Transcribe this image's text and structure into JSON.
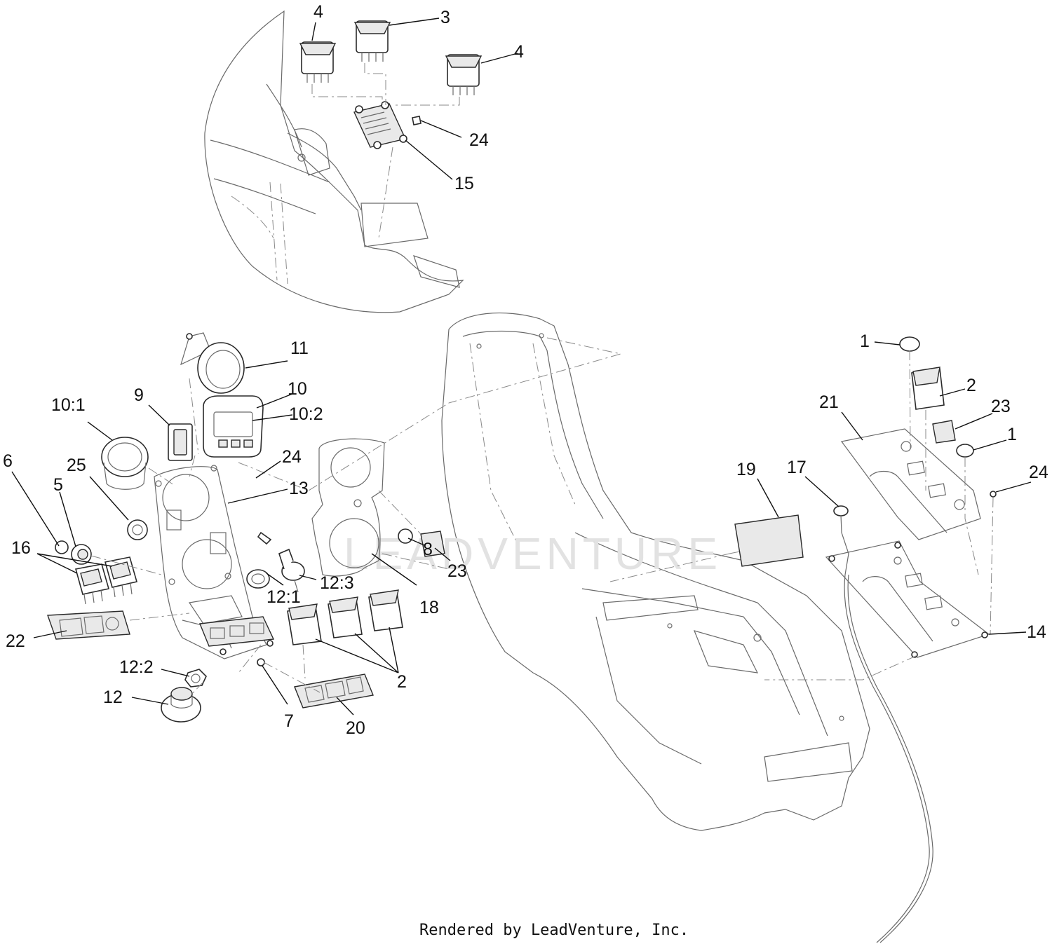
{
  "footer": {
    "text": "Rendered by LeadVenture, Inc."
  },
  "watermark": {
    "text": "LEADVENTURE"
  },
  "callouts": {
    "c1a": "1",
    "c1b": "1",
    "c2a": "2",
    "c2b": "2",
    "c3": "3",
    "c4a": "4",
    "c4b": "4",
    "c5": "5",
    "c6": "6",
    "c7": "7",
    "c8": "8",
    "c9": "9",
    "c10": "10",
    "c10_1": "10:1",
    "c10_2": "10:2",
    "c11": "11",
    "c12": "12",
    "c12_1": "12:1",
    "c12_2": "12:2",
    "c12_3": "12:3",
    "c13": "13",
    "c14": "14",
    "c15": "15",
    "c16": "16",
    "c17": "17",
    "c18": "18",
    "c19": "19",
    "c20": "20",
    "c21": "21",
    "c22": "22",
    "c23a": "23",
    "c23b": "23",
    "c24a": "24",
    "c24b": "24",
    "c24c": "24",
    "c25": "25"
  }
}
